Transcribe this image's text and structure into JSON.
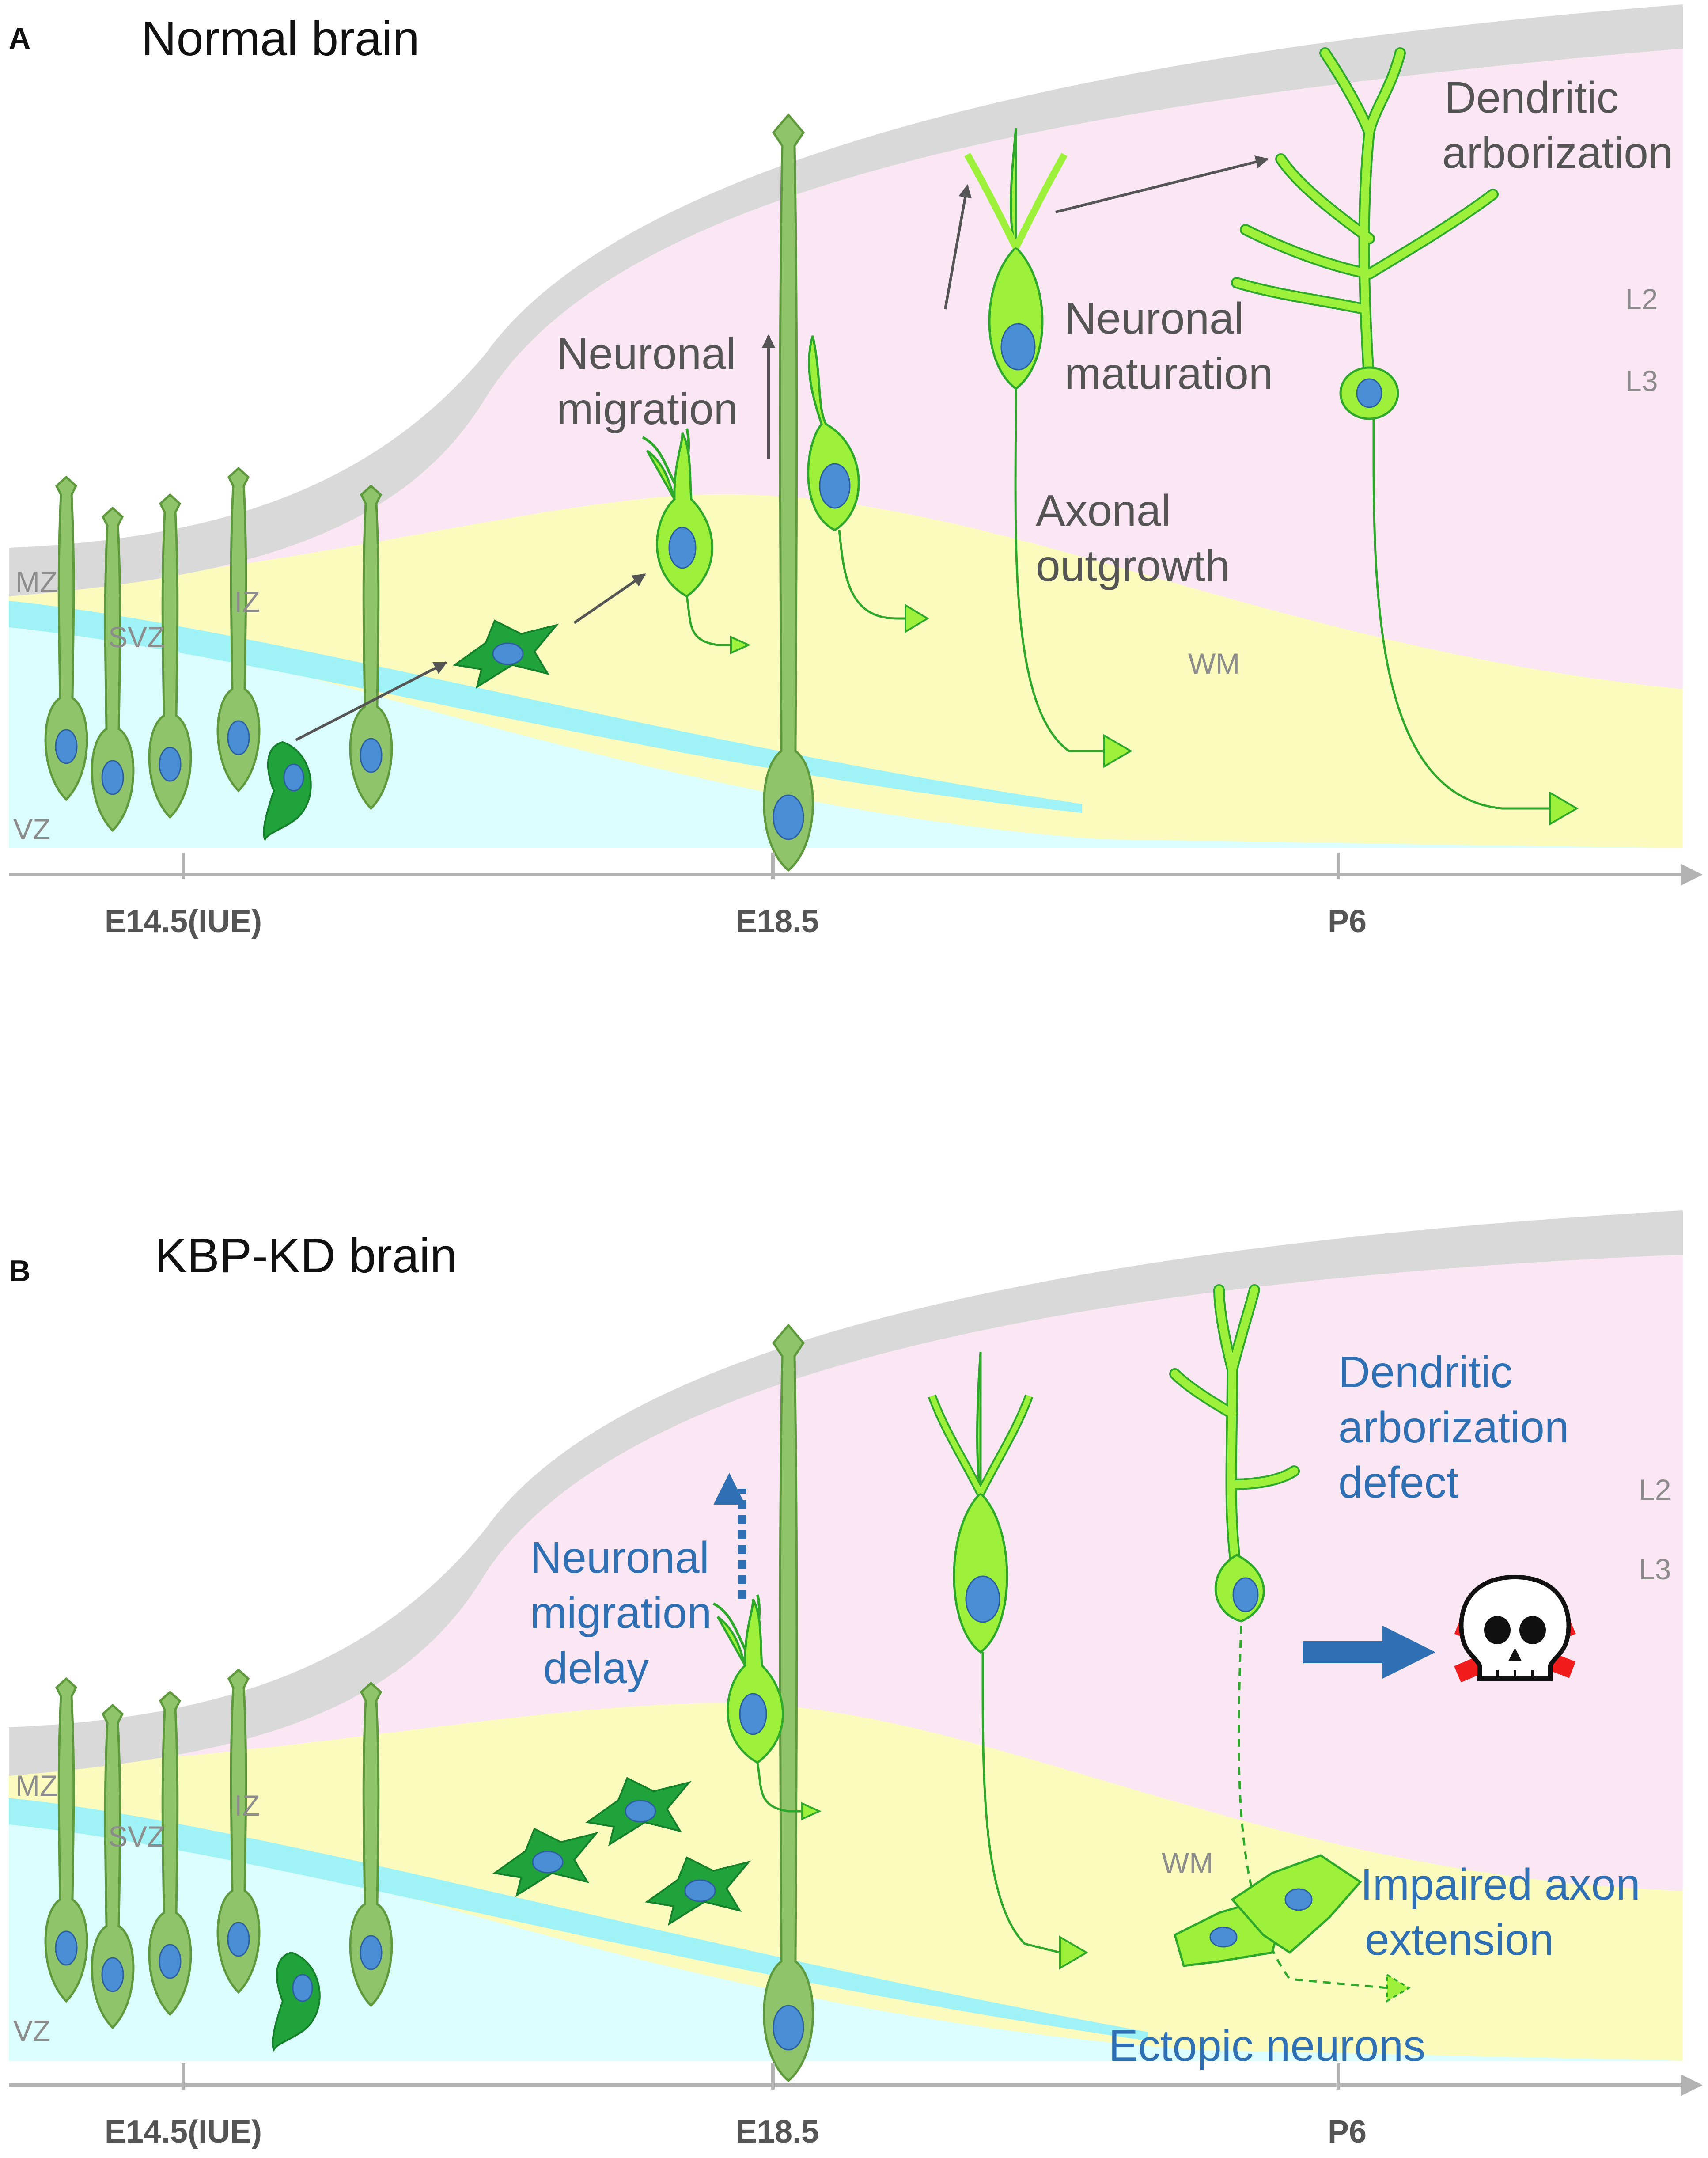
{
  "panel_a": {
    "letter": "A",
    "title": "Normal brain",
    "zones": {
      "mz": "MZ",
      "svz": "SVZ",
      "iz": "IZ",
      "vz": "VZ",
      "wm": "WM",
      "l2": "L2",
      "l3": "L3"
    },
    "labels": {
      "migration_1": "Neuronal",
      "migration_2": "migration",
      "maturation_1": "Neuronal",
      "maturation_2": "maturation",
      "dendritic_1": "Dendritic",
      "dendritic_2": "arborization",
      "axonal_1": "Axonal",
      "axonal_2": "outgrowth"
    },
    "timeline": [
      "E14.5(IUE)",
      "E18.5",
      "P6"
    ]
  },
  "panel_b": {
    "letter": "B",
    "title": "KBP-KD brain",
    "zones": {
      "mz": "MZ",
      "svz": "SVZ",
      "iz": "IZ",
      "vz": "VZ",
      "wm": "WM",
      "l2": "L2",
      "l3": "L3"
    },
    "labels": {
      "delay_1": "Neuronal",
      "delay_2": "migration",
      "delay_3": "delay",
      "defect_1": "Dendritic",
      "defect_2": "arborization",
      "defect_3": "defect",
      "axon_1": "Impaired axon",
      "axon_2": "extension",
      "ectopic": "Ectopic neurons"
    },
    "timeline": [
      "E14.5(IUE)",
      "E18.5",
      "P6"
    ]
  },
  "colors": {
    "grey_layer": "#d9d9d9",
    "cortex_pink": "#fbe6f3",
    "wm_yellow": "#fbfbbe",
    "vz_cyan": "#dcfdfd",
    "svz_band": "#9ff2f6",
    "radial_glia": "#8fc46a",
    "neuron_green": "#9ef13a",
    "neuron_stroke": "#2ea82a",
    "migrating": "#1fa33a",
    "nucleus": "#4a8fd6",
    "annotation_blue": "#2f6fb3"
  }
}
